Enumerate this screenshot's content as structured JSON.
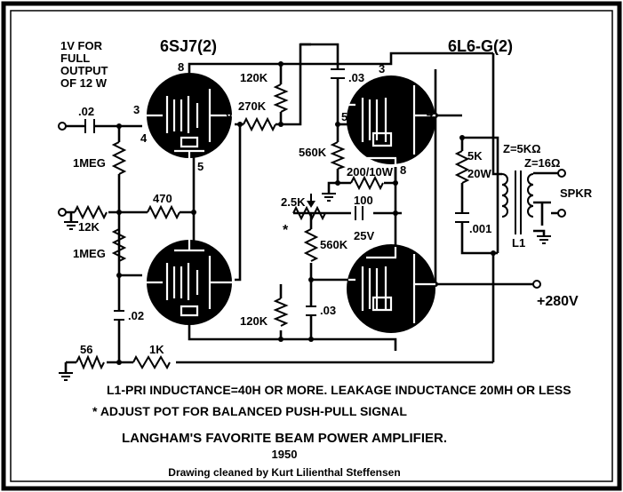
{
  "tubes": {
    "driver": "6SJ7(2)",
    "output": "6L6-G(2)"
  },
  "input_note": [
    "1V FOR",
    "FULL",
    "OUTPUT",
    "OF 12 W"
  ],
  "pins": {
    "d_top_8": "8",
    "d_top_3": "3",
    "d_top_4": "4",
    "d_top_6": "6",
    "d_top_5": "5",
    "o_top_3": "3",
    "o_top_4": "4",
    "o_top_5": "5",
    "o_top_8": "8"
  },
  "components": {
    "c_in": ".02",
    "r_grid_top": "1MEG",
    "r_in": "12K",
    "r_cath": "470",
    "r_grid_bot": "1MEG",
    "c_in2": ".02",
    "r_56": "56",
    "r_1k": "1K",
    "r_plate_top": "120K",
    "r_couple": "270K",
    "c_top": ".03",
    "r_grid_out_top": "560K",
    "r_cath_out": "200/10W",
    "pot": "2.5K",
    "pot_star": "*",
    "c_cath": "100",
    "c_cath_v": "25V",
    "r_grid_out_bot": "560K",
    "r_plate_bot": "120K",
    "c_bot": ".03",
    "r_zobel": "5K",
    "r_zobel_w": "20W",
    "c_zobel": ".001",
    "xfmr_pri": "Z=5KΩ",
    "xfmr_sec": "Z=16Ω",
    "xfmr_name": "L1",
    "speaker": "SPKR",
    "b_plus": "+280V"
  },
  "notes": {
    "line1": "L1-PRI INDUCTANCE=40H OR MORE. LEAKAGE INDUCTANCE 20MH OR LESS",
    "line2": "* ADJUST POT FOR BALANCED PUSH-PULL SIGNAL"
  },
  "title": "LANGHAM'S FAVORITE BEAM POWER AMPLIFIER.",
  "year": "1950",
  "credit": "Drawing cleaned by Kurt Lilienthal Steffensen"
}
